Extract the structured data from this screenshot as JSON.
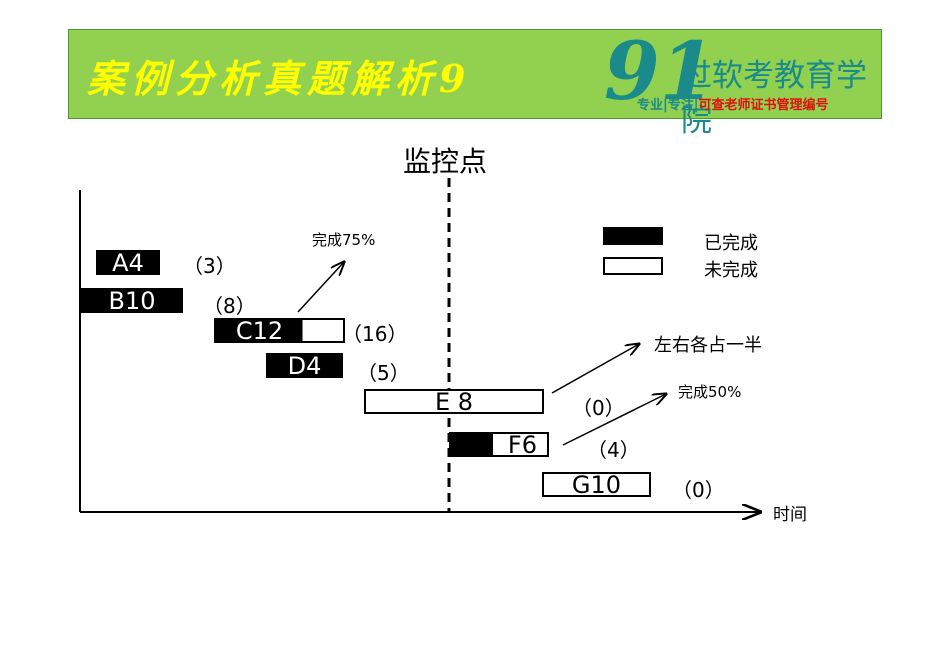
{
  "banner": {
    "title": "案例分析真题解析9",
    "logo_number": "91",
    "logo_name": "过软考教育学院",
    "slogan_1": "专业|专注|",
    "slogan_2": "可查老师证书管理编号",
    "colors": {
      "background": "#92d050",
      "title": "#ffff00",
      "logo": "#1a8a8a",
      "slogan_red": "#e01010"
    }
  },
  "diagram": {
    "monitor_label": "监控点",
    "time_label": "时间",
    "legend": [
      {
        "label": "已完成",
        "fill": "#000000"
      },
      {
        "label": "未完成",
        "fill": "#ffffff"
      }
    ],
    "tasks": [
      {
        "name": "A4",
        "float": "（3）",
        "completed": 1
      },
      {
        "name": "B10",
        "float": "（8）",
        "completed": 1
      },
      {
        "name": "C12",
        "float": "（16）",
        "completed": 0.75
      },
      {
        "name": "D4",
        "float": "（5）",
        "completed": 1
      },
      {
        "name": "E 8",
        "float": "（0）",
        "completed": 0
      },
      {
        "name": "F6",
        "float": "（4）",
        "completed": 0.5
      },
      {
        "name": "G10",
        "float": "（0）",
        "completed": 0
      }
    ],
    "annotations": [
      "完成75%",
      "左右各占一半",
      "完成50%"
    ]
  }
}
